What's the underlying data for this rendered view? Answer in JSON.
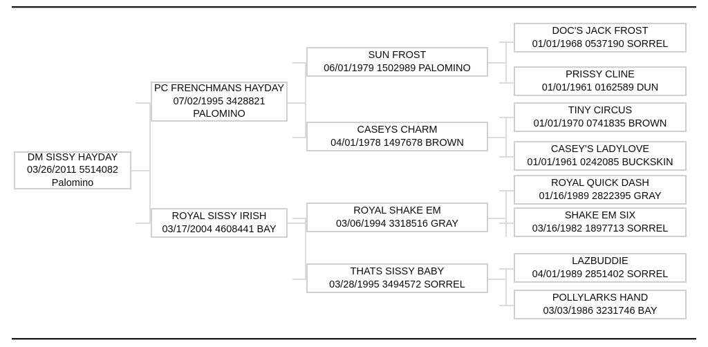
{
  "document": {
    "type": "pedigree-chart",
    "generations": 4
  },
  "pedigree": {
    "subject": {
      "name": "DM SISSY HAYDAY",
      "details": "03/26/2011 5514082",
      "color": "Palomino"
    },
    "gen1": [
      {
        "name": "PC FRENCHMANS HAYDAY",
        "details": "07/02/1995 3428821",
        "color": "PALOMINO"
      },
      {
        "name": "ROYAL SISSY IRISH",
        "details": "03/17/2004 4608441 BAY"
      }
    ],
    "gen2": [
      {
        "name": "SUN FROST",
        "details": "06/01/1979 1502989 PALOMINO"
      },
      {
        "name": "CASEYS CHARM",
        "details": "04/01/1978 1497678 BROWN"
      },
      {
        "name": "ROYAL SHAKE EM",
        "details": "03/06/1994 3318516 GRAY"
      },
      {
        "name": "THATS SISSY BABY",
        "details": "03/28/1995 3494572 SORREL"
      }
    ],
    "gen3": [
      {
        "name": "DOC'S JACK FROST",
        "details": "01/01/1968 0537190 SORREL"
      },
      {
        "name": "PRISSY CLINE",
        "details": "01/01/1961 0162589 DUN"
      },
      {
        "name": "TINY CIRCUS",
        "details": "01/01/1970 0741835 BROWN"
      },
      {
        "name": "CASEY'S LADYLOVE",
        "details": "01/01/1961 0242085 BUCKSKIN"
      },
      {
        "name": "ROYAL QUICK DASH",
        "details": "01/16/1989 2822395 GRAY"
      },
      {
        "name": "SHAKE EM SIX",
        "details": "03/16/1982 1897713 SORREL"
      },
      {
        "name": "LAZBUDDIE",
        "details": "04/01/1989 2851402 SORREL"
      },
      {
        "name": "POLLYLARKS HAND",
        "details": "03/03/1986 3231746 BAY"
      }
    ]
  },
  "colors": {
    "box_border": "#cfcfcf",
    "connector": "#dcdcdc",
    "rule": "#1a1a1a",
    "text": "#0a0a0a",
    "background": "#ffffff"
  }
}
